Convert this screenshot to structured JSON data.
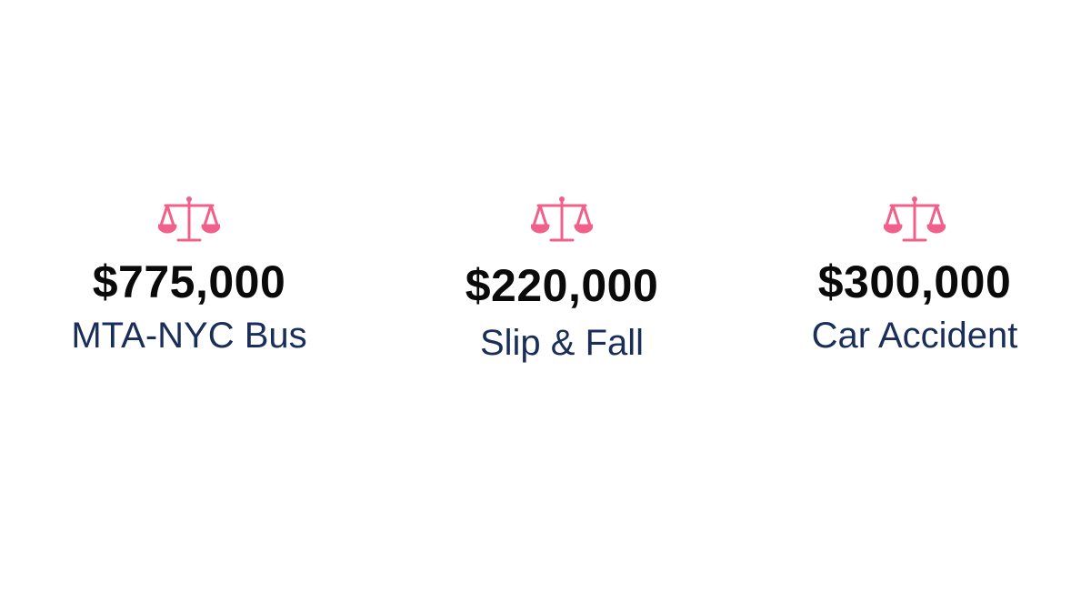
{
  "colors": {
    "icon": "#f0608a",
    "amount": "#0a0a0a",
    "label": "#1a2e5a",
    "background": "#ffffff"
  },
  "results": [
    {
      "icon": "scales-of-justice-icon",
      "amount": "$775,000",
      "label": "MTA-NYC Bus"
    },
    {
      "icon": "scales-of-justice-icon",
      "amount": "$220,000",
      "label": "Slip & Fall"
    },
    {
      "icon": "scales-of-justice-icon",
      "amount": "$300,000",
      "label": "Car Accident"
    }
  ]
}
